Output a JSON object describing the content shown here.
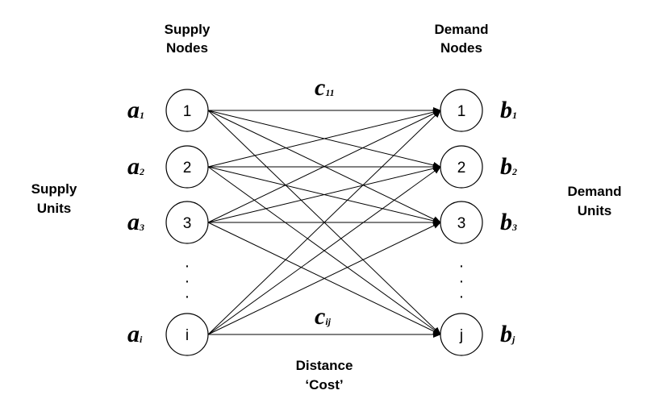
{
  "headers": {
    "supply_nodes": [
      "Supply",
      "Nodes"
    ],
    "demand_nodes": [
      "Demand",
      "Nodes"
    ],
    "supply_units": [
      "Supply",
      "Units"
    ],
    "demand_units": [
      "Demand",
      "Units"
    ],
    "distance_cost": [
      "Distance",
      "‘Cost’"
    ]
  },
  "supply_nodes": [
    {
      "label": "1",
      "var": "a",
      "sub": "1"
    },
    {
      "label": "2",
      "var": "a",
      "sub": "2"
    },
    {
      "label": "3",
      "var": "a",
      "sub": "3"
    },
    {
      "label": "i",
      "var": "a",
      "sub": "i"
    }
  ],
  "demand_nodes": [
    {
      "label": "1",
      "var": "b",
      "sub": "1"
    },
    {
      "label": "2",
      "var": "b",
      "sub": "2"
    },
    {
      "label": "3",
      "var": "b",
      "sub": "3"
    },
    {
      "label": "j",
      "var": "b",
      "sub": "j"
    }
  ],
  "cost_labels": [
    {
      "var": "c",
      "sub": "11"
    },
    {
      "var": "c",
      "sub": "ij"
    }
  ],
  "ellipsis": "·",
  "colors": {
    "stroke": "#000000",
    "background": "#ffffff"
  }
}
